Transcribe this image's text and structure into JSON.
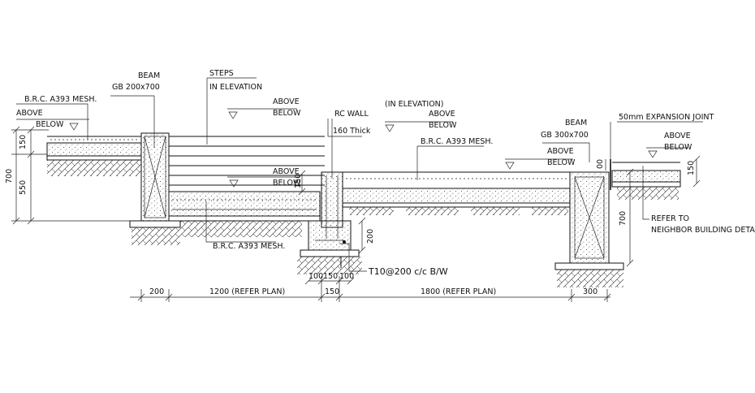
{
  "labels": {
    "brc_mesh_left": "B.R.C. A393 MESH.",
    "above_left": "ABOVE",
    "below_left": "BELOW",
    "beam_left_title": "BEAM",
    "beam_left_spec": "GB 200x700",
    "steps_title": "STEPS",
    "steps_sub": "IN ELEVATION",
    "above_steps": "ABOVE",
    "below_steps": "BELOW",
    "above_lower": "ABOVE",
    "below_lower": "BELOW",
    "brc_mesh_bottom": "B.R.C. A393 MESH.",
    "rc_wall_title": "RC WALL",
    "rc_wall_thick": "160 Thick",
    "in_elevation": "(IN ELEVATION)",
    "above_mid": "ABOVE",
    "below_mid": "BELOW",
    "brc_mesh_right": "B.R.C. A393 MESH.",
    "above_right": "ABOVE",
    "below_right": "BELOW",
    "beam_right_title": "BEAM",
    "beam_right_spec": "GB 300x700",
    "expansion_joint": "50mm EXPANSION JOINT",
    "above_far": "ABOVE",
    "below_far": "BELOW",
    "refer_to": "REFER TO",
    "neighbor_details": "NEIGHBOR BUILDING DETAILS",
    "rebar_spec": "T10@200 c/c B/W"
  },
  "dimensions": {
    "d150_left": "150",
    "d550": "550",
    "d700_left": "700",
    "d150_step": "150",
    "d200_wall": "200",
    "d100_a": "100",
    "d150_wall": "150",
    "d100_b": "100",
    "d200_bottom": "200",
    "d1200": "1200 (REFER PLAN)",
    "d150_bottom": "150",
    "d1800": "1800 (REFER PLAN)",
    "d300": "300",
    "d700_right": "700",
    "d00": "00",
    "d150_right": "150"
  }
}
